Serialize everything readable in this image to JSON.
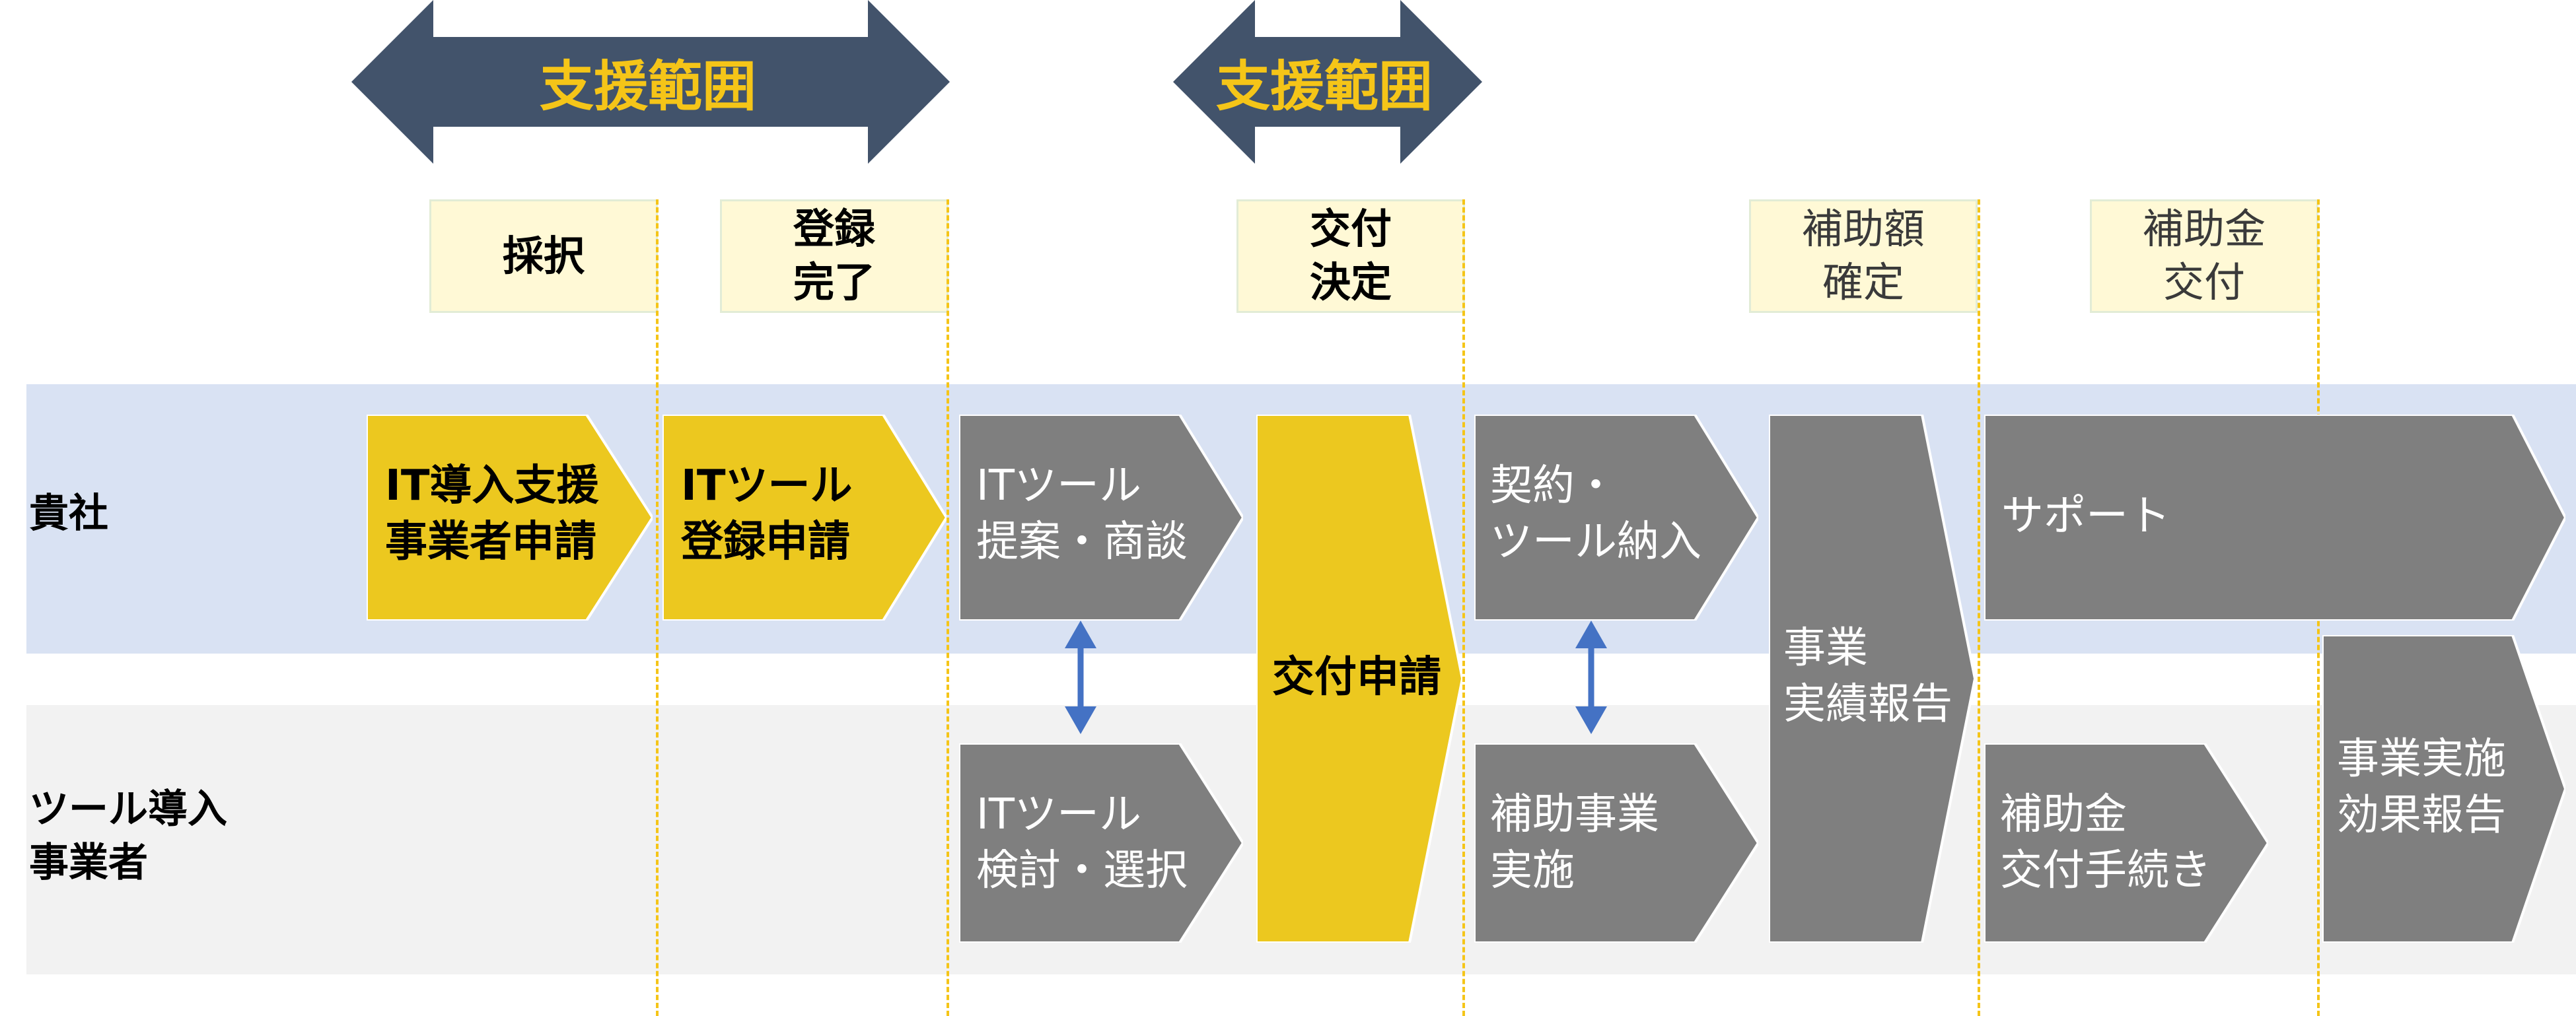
{
  "colors": {
    "banner": "#42536b",
    "banner_text": "#f5c518",
    "yellow": "#ecc81f",
    "gray": "#7f7f7f",
    "band_top": "#d9e2f3",
    "band_bottom": "#f2f2f2",
    "milestone_bg": "#fff9d6",
    "connector": "#4472c4",
    "dash": "#f5c518"
  },
  "banners": [
    {
      "label": "支援範囲"
    },
    {
      "label": "支援範囲"
    }
  ],
  "milestones": [
    {
      "label": "採択"
    },
    {
      "label": "登録\n完了"
    },
    {
      "label": "交付\n決定"
    },
    {
      "label": "補助額\n確定"
    },
    {
      "label": "補助金\n交付"
    }
  ],
  "rows": [
    {
      "label": "貴社"
    },
    {
      "label": "ツール導入\n事業者"
    }
  ],
  "steps": [
    {
      "label": "IT導入支援\n事業者申請"
    },
    {
      "label": "ITツール\n登録申請"
    },
    {
      "label": "ITツール\n提案・商談"
    },
    {
      "label": "交付申請"
    },
    {
      "label": "契約・\nツール納入"
    },
    {
      "label": "事業\n実績報告"
    },
    {
      "label": "サポート"
    },
    {
      "label": "ITツール\n検討・選択"
    },
    {
      "label": "補助事業\n実施"
    },
    {
      "label": "補助金\n交付手続き"
    },
    {
      "label": "事業実施\n効果報告"
    }
  ]
}
